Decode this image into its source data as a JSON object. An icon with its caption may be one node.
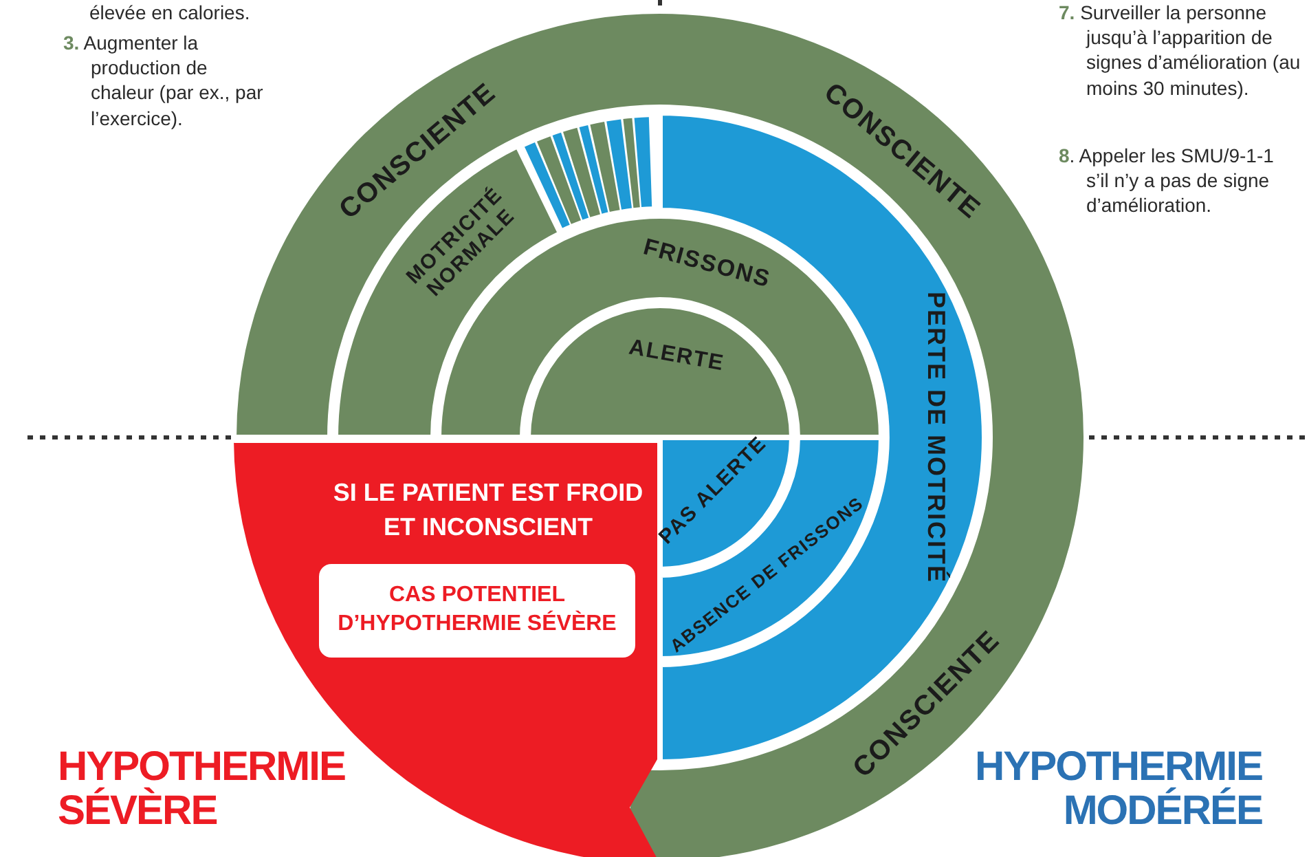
{
  "diagram": {
    "nodes": [
      {
        "text": [
          "CONSCIENTE",
          "CONSCIENTE",
          "CONSCIENTE"
        ]
      },
      {
        "text": [
          "MOTRICITÉ NORMALE"
        ]
      },
      {
        "text": [
          "PERTE DE MOTRICITÉ"
        ]
      },
      {
        "text": [
          "FRISSONS"
        ]
      },
      {
        "text": [
          "ABSENCE DE FRISSONS"
        ]
      },
      {
        "text": [
          "ALERTE"
        ]
      },
      {
        "text": [
          "PAS ALERTE"
        ]
      },
      {
        "text": [
          "SI LE PATIENT EST FROID ET INCONSCIENT"
        ]
      },
      {
        "text": [
          "CAS POTENTIEL D’HYPOTHERMIE SÉVÈRE"
        ],
        "in": 7
      }
    ],
    "labels": [
      "élevée en calories.",
      "**3.** Augmenter la production de chaleur (par ex., par l’exercice).",
      "**7.** Surveiller la personne jusqu’à l’apparition de signes d’amélioration (au moins 30 minutes).",
      "**8**. Appeler les SMU/9-1-1 s’il n’y a pas de signe d’amélioration.",
      "HYPOTHERMIE SÉVÈRE",
      "HYPOTHERMIE MODÉRÉE"
    ]
  }
}
